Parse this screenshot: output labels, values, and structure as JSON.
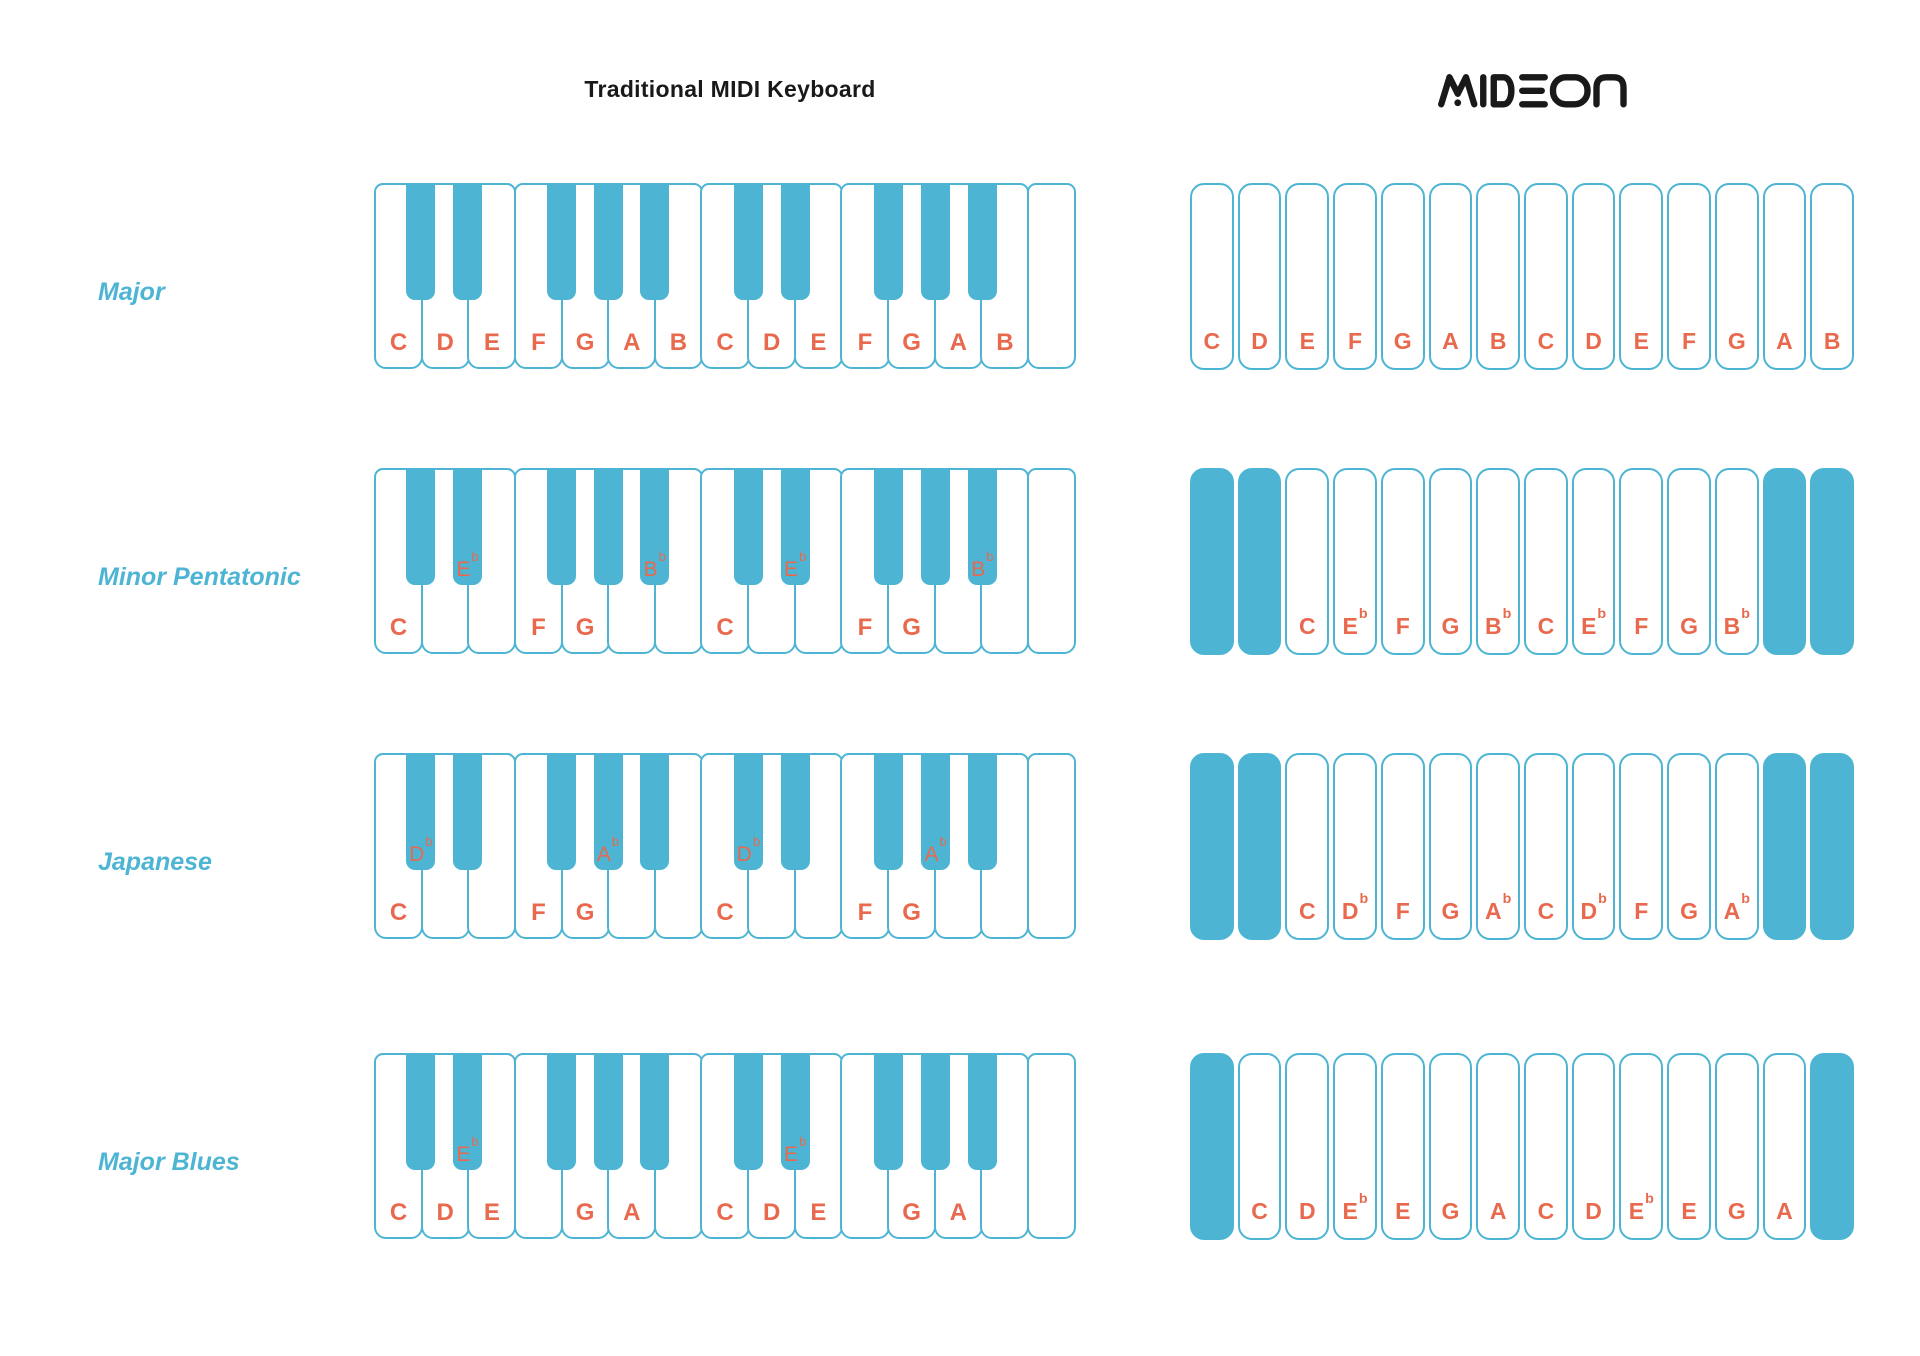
{
  "title": "Traditional MIDI Keyboard",
  "brand": "MIDEON",
  "colors": {
    "accent_blue": "#4db5d3",
    "note_orange": "#e8694d",
    "ink": "#191919"
  },
  "scales": [
    {
      "label": "Major",
      "traditional": {
        "whites": [
          "C",
          "D",
          "E",
          "F",
          "G",
          "A",
          "B",
          "C",
          "D",
          "E",
          "F",
          "G",
          "A",
          "B",
          ""
        ],
        "blacks": [
          "",
          "",
          "",
          "",
          "",
          "",
          "",
          "",
          "",
          ""
        ]
      },
      "mideon": [
        "C",
        "D",
        "E",
        "F",
        "G",
        "A",
        "B",
        "C",
        "D",
        "E",
        "F",
        "G",
        "A",
        "B"
      ]
    },
    {
      "label": "Minor Pentatonic",
      "traditional": {
        "whites": [
          "C",
          "",
          "",
          "F",
          "G",
          "",
          "",
          "C",
          "",
          "",
          "F",
          "G",
          "",
          "",
          ""
        ],
        "blacks": [
          "",
          "Eb",
          "",
          "",
          "Bb",
          "",
          "Eb",
          "",
          "",
          "Bb"
        ]
      },
      "mideon": [
        null,
        null,
        "C",
        "Eb",
        "F",
        "G",
        "Bb",
        "C",
        "Eb",
        "F",
        "G",
        "Bb",
        null,
        null
      ]
    },
    {
      "label": "Japanese",
      "traditional": {
        "whites": [
          "C",
          "",
          "",
          "F",
          "G",
          "",
          "",
          "C",
          "",
          "",
          "F",
          "G",
          "",
          "",
          ""
        ],
        "blacks": [
          "Db",
          "",
          "",
          "Ab",
          "",
          "Db",
          "",
          "",
          "Ab",
          ""
        ]
      },
      "mideon": [
        null,
        null,
        "C",
        "Db",
        "F",
        "G",
        "Ab",
        "C",
        "Db",
        "F",
        "G",
        "Ab",
        null,
        null
      ]
    },
    {
      "label": "Major Blues",
      "traditional": {
        "whites": [
          "C",
          "D",
          "E",
          "",
          "G",
          "A",
          "",
          "C",
          "D",
          "E",
          "",
          "G",
          "A",
          "",
          ""
        ],
        "blacks": [
          "",
          "Eb",
          "",
          "",
          "",
          "",
          "Eb",
          "",
          "",
          ""
        ]
      },
      "mideon": [
        null,
        "C",
        "D",
        "Eb",
        "E",
        "G",
        "A",
        "C",
        "D",
        "Eb",
        "E",
        "G",
        "A",
        null
      ]
    }
  ]
}
